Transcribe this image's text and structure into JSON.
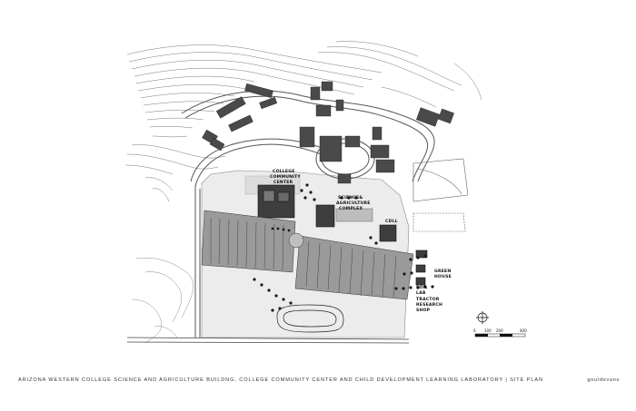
{
  "labels": {
    "community_center": [
      "COLLEGE",
      "COMMUNITY",
      "CENTER"
    ],
    "science_agriculture": [
      "SCIENCE&",
      "AGRICULTURE",
      "COMPLEX"
    ],
    "cdll": "CDLL",
    "green_house": [
      "GREEN",
      "HOUSE"
    ],
    "soil_lab": [
      "SOIL",
      "LAB"
    ],
    "tractor_shop": [
      "TRACTOR",
      "RESEARCH",
      "SHOP"
    ]
  },
  "scale_bar": {
    "ticks": [
      "0",
      "100",
      "200",
      "",
      "400"
    ]
  },
  "caption": "ARIZONA WESTERN COLLEGE SCIENCE AND AGRICULTURE BUILDNG, COLLEGE COMMUNITY CENTER AND CHILD DEVELOPMENT LEARNING LABORATORY | SITE PLAN",
  "firm": "gouldevans",
  "colors": {
    "building": "#4a4a4a",
    "site_fill": "#ececec",
    "parking": "#9a9a9a",
    "tree": "#1a1a1a"
  }
}
